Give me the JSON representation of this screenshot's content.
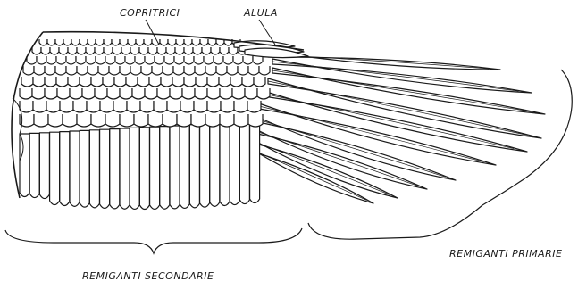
{
  "labels": {
    "copritrici": "COPRITRICI",
    "alula": "ALULA",
    "remiganti_secondarie": "REMIGANTI SECONDARIE",
    "remiganti_primarie": "REMIGANTI PRIMARIE"
  },
  "colors": {
    "ink": "#1a1a1a",
    "background": "#ffffff"
  }
}
